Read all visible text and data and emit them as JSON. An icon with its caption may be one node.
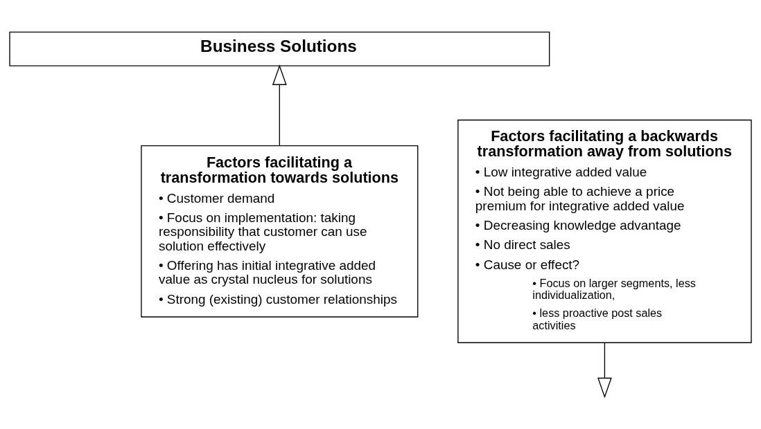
{
  "diagram": {
    "nodes": [
      {
        "text": [
          "Business Solutions"
        ]
      },
      {
        "text": [
          "Factors facilitating a transformation towards solutions",
          "• Customer demand",
          "• Focus on implementation: taking responsibility that customer can use solution effectively",
          "• Offering has initial integrative added value as crystal nucleus for solutions",
          "• Strong (existing) customer relationships"
        ]
      },
      {
        "text": [
          "Factors facilitating a backwards transformation away from solutions",
          "• Low integrative added value",
          "• Not being able to achieve a price premium for integrative added value",
          "• Decreasing knowledge advantage",
          "• No direct sales",
          "• Cause or effect?",
          "• Focus on larger segments, less individualization,",
          "• less proactive post sales activities"
        ]
      }
    ],
    "edges": [
      {
        "from": 1,
        "to": 0,
        "arrow": "to"
      },
      {
        "from": 2,
        "to": null,
        "arrow": "to"
      }
    ]
  }
}
